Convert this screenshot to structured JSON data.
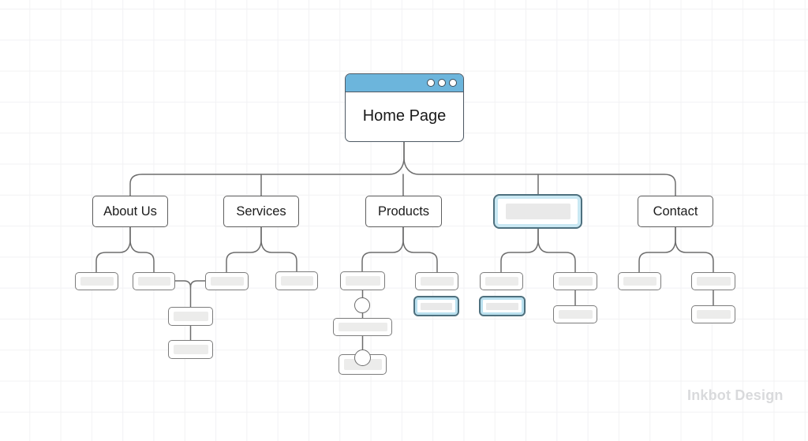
{
  "diagram": {
    "root": {
      "label": "Home Page",
      "type": "browser-window",
      "window_dots": 3
    },
    "sections": [
      {
        "label": "About Us",
        "highlighted": false,
        "children": [
          "placeholder-box",
          "placeholder-box"
        ]
      },
      {
        "label": "Services",
        "highlighted": false,
        "children": [
          "placeholder-box",
          "placeholder-box"
        ],
        "note": "inner child of About Us and left child of Services merge into a shared chain of two placeholder boxes below"
      },
      {
        "label": "Products",
        "highlighted": false,
        "children": [
          "placeholder-box chained via circle connectors to two more placeholder boxes",
          "placeholder-box with highlighted placeholder box below"
        ]
      },
      {
        "label": "",
        "highlighted": true,
        "children": [
          "placeholder-box with highlighted placeholder box below",
          "placeholder-box with placeholder box below"
        ]
      },
      {
        "label": "Contact",
        "highlighted": false,
        "children": [
          "placeholder-box",
          "placeholder-box with placeholder box below"
        ]
      }
    ],
    "watermark": "Inkbot Design"
  },
  "colors": {
    "window_header_blue": "#6cb5dc",
    "window_border": "#4e5964",
    "node_border_gray": "#7c7c7c",
    "connector_gray": "#6d6d6d",
    "placeholder_fill": "#ececeb",
    "highlight_border": "#4e707e",
    "highlight_ring": "#b9e0ef",
    "grid_line": "#f2f2f4",
    "watermark_gray": "#d9dadc"
  }
}
